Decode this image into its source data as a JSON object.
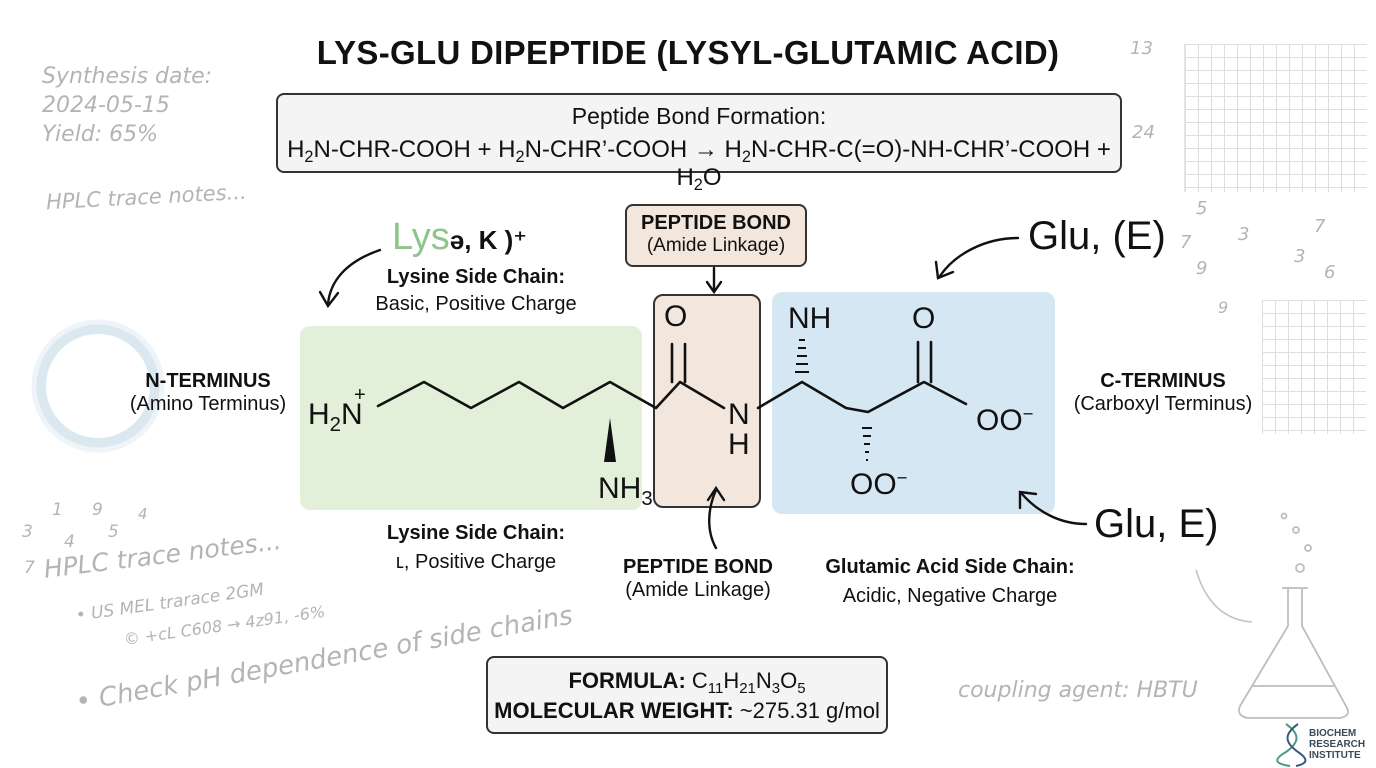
{
  "title": "LYS-GLU DIPEPTIDE (LYSYL-GLUTAMIC ACID)",
  "equation": {
    "heading": "Peptide Bond Formation:",
    "parts": [
      "H",
      "2",
      "N-CHR-COOH + H",
      "2",
      "N-CHR’-COOH → H",
      "2",
      "N-CHR-C(=O)-NH-CHR’-COOH + H",
      "2",
      "O"
    ]
  },
  "notes_left": {
    "synthesis_label": "Synthesis date:",
    "synthesis_date": "2024-05-15",
    "yield": "Yield: 65%",
    "hplc_top": "HPLC trace notes...",
    "hplc_bottom": "HPLC trace notes...",
    "scribble_1": "• US MEL trarace 2GM",
    "scribble_2": "© +cL C608 → 4z91, -6%",
    "check_ph": "• Check pH dependence of side chains",
    "scattered_numbers": [
      "1",
      "9",
      "4",
      "3",
      "4",
      "5",
      "7"
    ]
  },
  "notes_right": {
    "numbers": [
      "13",
      "24",
      "5",
      "7",
      "3",
      "7",
      "9",
      "3",
      "6",
      "9"
    ],
    "coupling": "coupling agent: HBTU"
  },
  "lys_header": {
    "green_text": "Lys",
    "dark_text": "ə, K )⁺"
  },
  "lysine_side_top": {
    "title": "Lysine Side Chain:",
    "desc": "Basic, Positive Charge"
  },
  "lysine_side_bottom": {
    "title": "Lysine Side Chain:",
    "desc": "ʟ, Positive Charge"
  },
  "n_terminus": {
    "title": "N-TERMINUS",
    "desc": "(Amino Terminus)"
  },
  "c_terminus": {
    "title": "C-TERMINUS",
    "desc": "(Carboxyl Terminus)"
  },
  "peptide_bond_top": {
    "title": "PEPTIDE BOND",
    "desc": "(Amide Linkage)"
  },
  "peptide_bond_bottom": {
    "title": "PEPTIDE BOND",
    "desc": "(Amide Linkage)"
  },
  "glu_top": "Glu, (E)",
  "glu_bottom": "Glu, E)",
  "glu_side": {
    "title": "Glutamic Acid Side Chain:",
    "desc": "Acidic, Negative Charge"
  },
  "atoms": {
    "h2n_h": "H",
    "h2n_2": "2",
    "h2n_n": "N",
    "plus": "+",
    "o_carbonyl": "O",
    "n_amide": "N",
    "h_amide": "H",
    "nh3_nh": "NH",
    "nh3_3": "3",
    "nh_top": "NH",
    "o_acid": "O",
    "oo_right": "OO",
    "oo_minus": "−",
    "oo_bottom": "OO",
    "oo_bottom_minus": "−"
  },
  "formula": {
    "label": "FORMULA:",
    "parts": [
      "C",
      "11",
      "H",
      "21",
      "N",
      "3",
      "O",
      "5"
    ],
    "mw_label": "MOLECULAR WEIGHT:",
    "mw_value": "~275.31 g/mol"
  },
  "logo": {
    "line1": "BIOCHEM",
    "line2": "RESEARCH",
    "line3": "INSTITUTE"
  },
  "colors": {
    "lysine_region": "#e2efd9",
    "peptide_region": "#f3e6dc",
    "glu_region": "#d6e7f4",
    "lys_green": "#8fc58a",
    "sketch_gray": "#b4b4b4"
  }
}
